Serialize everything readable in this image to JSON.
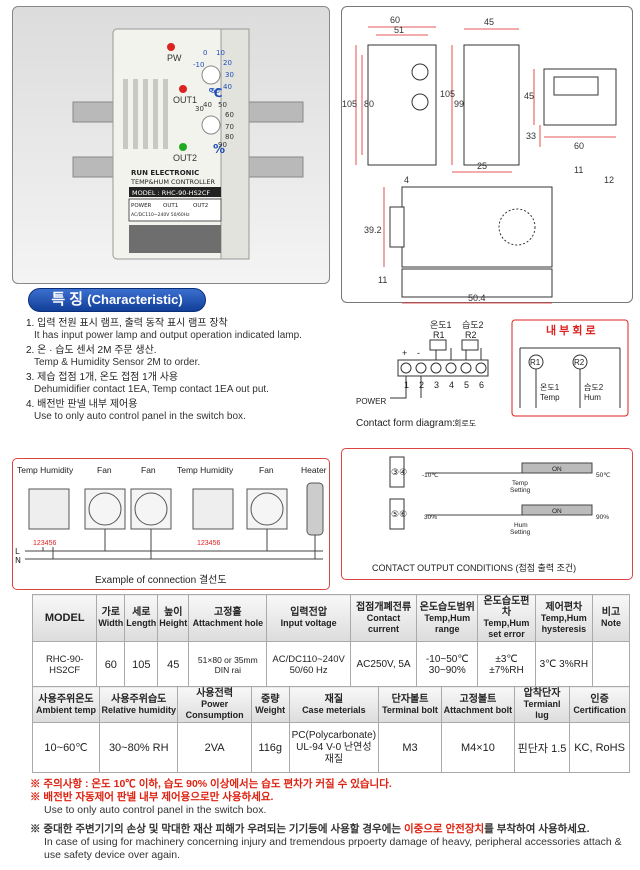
{
  "product_photo": {
    "pw": "PW",
    "out1": "OUT1",
    "out2": "OUT2",
    "temp_unit": "℃",
    "hum_unit": "%",
    "temp_scale": [
      "0",
      "10",
      "20",
      "30",
      "40",
      "50",
      "-10"
    ],
    "hum_scale": [
      "30",
      "40",
      "50",
      "60",
      "70",
      "80",
      "90"
    ],
    "brand": "RUN ELECTRONIC",
    "label1": "TEMP&HUM CONTROLLER",
    "label2": "MODEL : RHC-90-HS2CF",
    "terminals": [
      "POWER",
      "OUT1",
      "OUT2"
    ],
    "terminal_sub": "AC/DC110~240V 50/60Hz"
  },
  "dimensions": {
    "top": [
      "60",
      "51",
      "45"
    ],
    "left": [
      "105",
      "80",
      "99",
      "105",
      "45",
      "33"
    ],
    "bottom": [
      "60"
    ],
    "mid": [
      "25",
      "11",
      "12",
      "4",
      "39.2",
      "50.4",
      "11"
    ]
  },
  "characteristic": {
    "title_ko": "특 징",
    "title_en": "(Characteristic)",
    "items": [
      {
        "ko": "1. 입력 전원 표시 램프, 출력 동작 표시 램프 장착",
        "en": "It has input power lamp and output operation indicated lamp."
      },
      {
        "ko": "2. 온 · 습도 센서 2M 주문 생산.",
        "en": "Temp & Humidity Sensor 2M  to order."
      },
      {
        "ko": "3. 제습 접점 1개, 온도 접점 1개 사용",
        "en": "Dehumidifier contact 1EA, Temp contact 1EA out put."
      },
      {
        "ko": "4. 배전반 판넬 내부 제어용",
        "en": "Use to only auto control panel in the switch box."
      }
    ]
  },
  "contact_form": {
    "r1_ko": "온도1",
    "r1": "R1",
    "r2_ko": "습도2",
    "r2": "R2",
    "plus": "+",
    "minus": "-",
    "nums": [
      "1",
      "2",
      "3",
      "4",
      "5",
      "6"
    ],
    "power": "POWER",
    "caption_en": "Contact form diagram:",
    "caption_ko": "회로도",
    "inner_title": "내 부 회 로",
    "inner_r1": "R1",
    "inner_r2": "R2",
    "inner_l1": "온도1",
    "inner_l1b": "Temp",
    "inner_l2": "습도2",
    "inner_l2b": "Hum"
  },
  "connection": {
    "labels": [
      "Temp Humidity",
      "Fan",
      "Fan",
      "Temp Humidity",
      "Fan",
      "Heater"
    ],
    "l": "L",
    "n": "N",
    "term": "123456",
    "caption": "Example of connection 결선도"
  },
  "contact_output": {
    "t1": "③④",
    "t2": "⑤⑥",
    "left1": "-10℃",
    "right1": "50℃",
    "on": "ON",
    "set1a": "Temp",
    "set1b": "Setting",
    "left2": "30%",
    "right2": "90%",
    "set2a": "Hum",
    "set2b": "Setting",
    "caption": "CONTACT OUTPUT CONDITIONS (접점 출력 조건)"
  },
  "table1": {
    "headers": [
      [
        "MODEL",
        ""
      ],
      [
        "가로",
        "Width"
      ],
      [
        "세로",
        "Length"
      ],
      [
        "높이",
        "Height"
      ],
      [
        "고정홀",
        "Attachment hole"
      ],
      [
        "입력전압",
        "Input voltage"
      ],
      [
        "접점개폐전류",
        "Contact current"
      ],
      [
        "온도습도범위",
        "Temp,Hum range"
      ],
      [
        "온도습도편차",
        "Temp,Hum set error"
      ],
      [
        "제어편차",
        "Temp,Hum hysteresis"
      ],
      [
        "비고",
        "Note"
      ]
    ],
    "row": [
      "RHC-90-HS2CF",
      "60",
      "105",
      "45",
      "51×80 or 35mm DIN rai",
      "AC/DC110~240V 50/60 Hz",
      "AC250V, 5A",
      "-10~50℃ 30~90%",
      "±3℃ ±7%RH",
      "3℃ 3%RH",
      ""
    ]
  },
  "table2": {
    "headers": [
      [
        "사용주위온도",
        "Ambient temp"
      ],
      [
        "사용주위습도",
        "Relative humidity"
      ],
      [
        "사용전력",
        "Power Consumption"
      ],
      [
        "중량",
        "Weight"
      ],
      [
        "재질",
        "Case meterials"
      ],
      [
        "단자볼트",
        "Terminal bolt"
      ],
      [
        "고정볼트",
        "Attachment bolt"
      ],
      [
        "압착단자",
        "Termianl lug"
      ],
      [
        "인증",
        "Certification"
      ]
    ],
    "row": [
      "10~60℃",
      "30~80% RH",
      "2VA",
      "116g",
      "PC(Polycarbonate) UL-94 V-0 난연성 재질",
      "M3",
      "M4×10",
      "핀단자 1.5",
      "KC, RoHS"
    ]
  },
  "notes": {
    "n1": "※ 주의사항 : 온도 10℃ 이하, 습도 90% 이상에서는 습도 편차가 커질 수 있습니다.",
    "n2": "※ 배전반 자동제어 판넬 내부 제어용으로만 사용하세요.",
    "n2_en": "Use to only auto control panel in the switch box.",
    "n3a": "※ 중대한 주변기기의 손상 및 막대한 재산 피해가 우려되는 기기등에 사용할 경우에는 ",
    "n3b": "이중으로 안전장치",
    "n3c": "를 부착하여 사용하세요.",
    "n3_en": "In case of using for machinery concerning injury and tremendous prpoerty damage of heavy, peripheral accessories attach & use safety device over again."
  },
  "colors": {
    "accent_blue": "#1f4fb8",
    "accent_red": "#d21",
    "border": "#aaa"
  }
}
